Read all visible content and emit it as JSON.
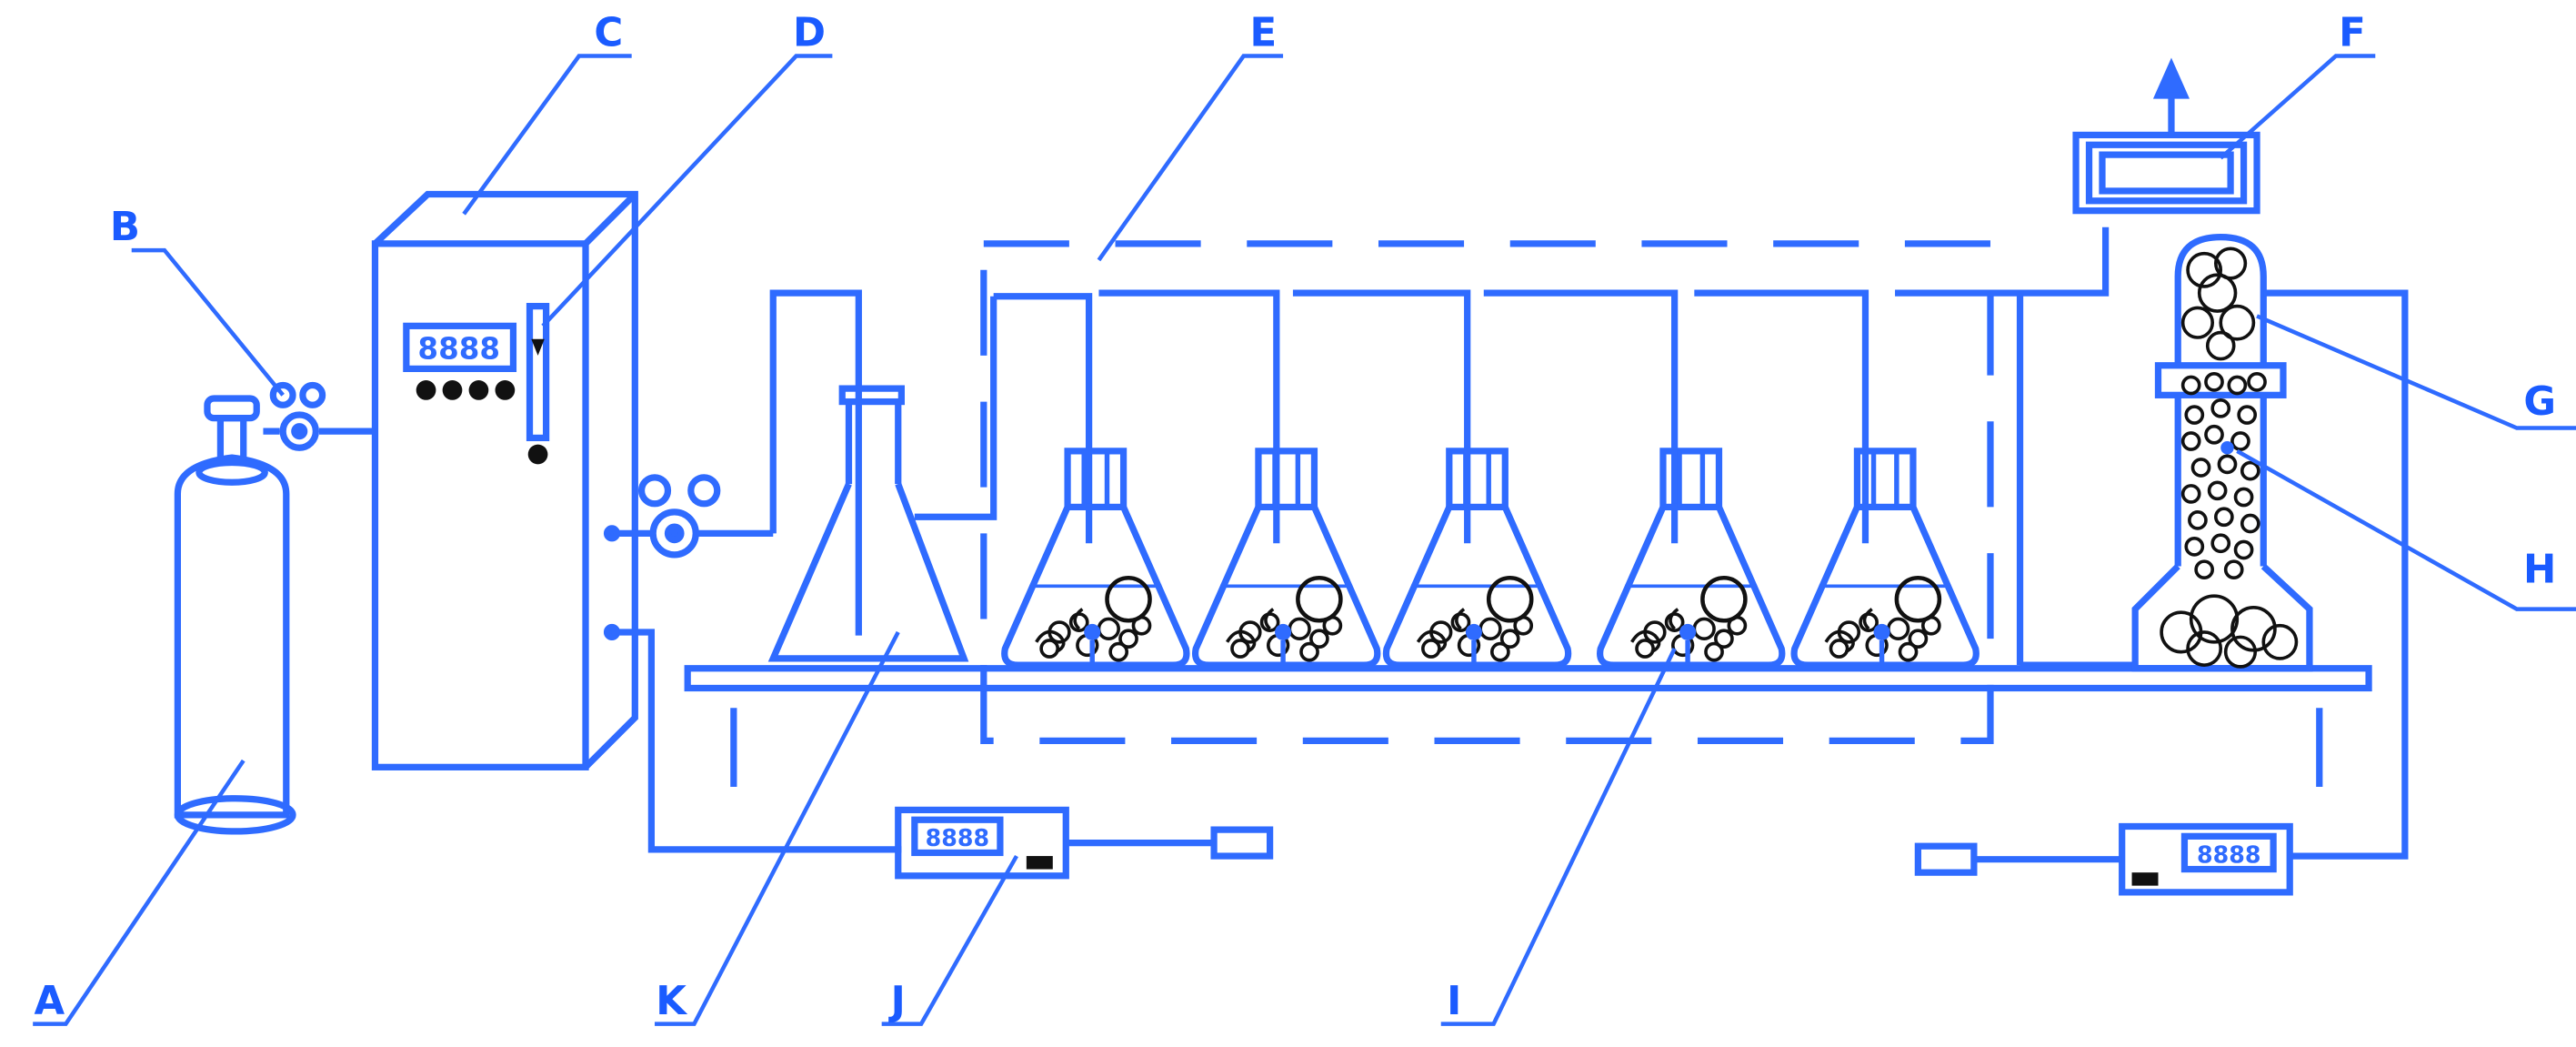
{
  "labels": {
    "A": "A",
    "B": "B",
    "C": "C",
    "D": "D",
    "E": "E",
    "F": "F",
    "G": "G",
    "H": "H",
    "I": "I",
    "J": "J",
    "K": "K"
  },
  "displays": {
    "controller": "8888",
    "meter_left": "8888",
    "meter_right": "8888"
  },
  "colors": {
    "line": "#2f6bff",
    "text": "#1a5bff",
    "ink": "#111111"
  }
}
